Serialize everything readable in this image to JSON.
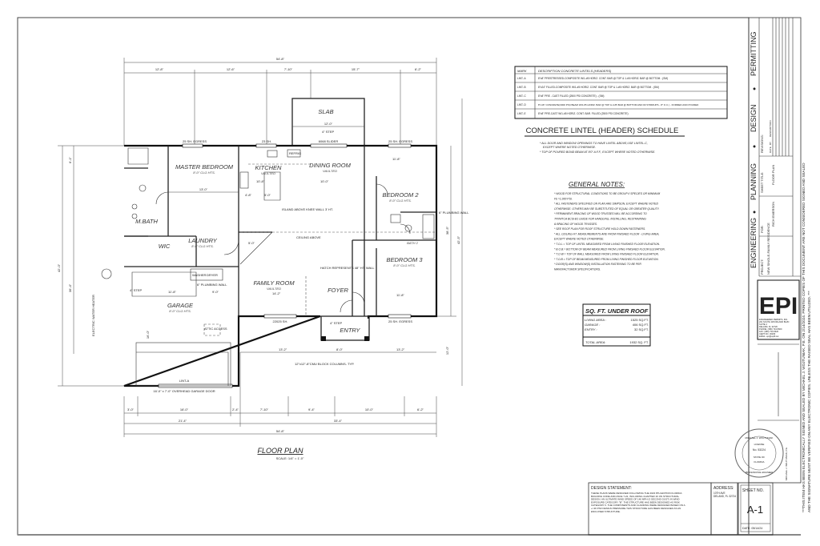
{
  "plan": {
    "title": "FLOOR PLAN",
    "scale": "SCALE: 1/4\" = 1'-0\"",
    "rooms": {
      "master_bedroom": "MASTER BEDROOM",
      "master_bedroom_sub": "8'-0\" CLG HTS.",
      "kitchen": "KITCHEN",
      "kitchen_sub": "VAULTED",
      "dining_room": "DINING ROOM",
      "dining_room_sub": "VAULTED",
      "bedroom2": "BEDROOM 2",
      "bedroom2_sub": "8'-0\" CLG HTS.",
      "bedroom3": "BEDROOM 3",
      "bedroom3_sub": "8'-0\" CLG HTS.",
      "family_room": "FAMILY ROOM",
      "family_room_sub": "VAULTED",
      "foyer": "FOYER",
      "entry": "ENTRY",
      "garage": "GARAGE",
      "garage_sub": "8'-0\" CLG HTS.",
      "laundry": "LAUNDRY",
      "laundry_sub": "8'-0\" CLG HTS.",
      "mbath": "M.BATH",
      "wic": "WIC",
      "bath2": "BATH 2",
      "slab": "SLAB"
    },
    "annotations": {
      "egress_master": "25 SH. EGRESS",
      "kitchen_window": "23 SH.",
      "slider": "6068 SLIDER",
      "egress_bed2": "25 SH. EGRESS",
      "egress_bed3": "25 SH. EGRESS",
      "family_window": "22025 SH.",
      "step_slab": "4\" STEP",
      "step_garage": "4\" STEP",
      "step_entry": "4\" STEP",
      "plumbing_wall_1": "6\" PLUMBING WALL",
      "plumbing_wall_2": "6\" PLUMBING WALL",
      "island": "ISLAND ABOVE KNEE WALL 3' HT.",
      "ceiling_above": "CEILING ABOVE",
      "hatch": "HATCH REPRESENTS 48\" HT. WALL",
      "attic": "ATTIC ACCESS",
      "garage_door": "16'-0\" x 7'-0\" OVERHEAD GARAGE DOOR",
      "lintel": "LINT-A",
      "columns": "12\"x12\"-8\"CMU BLOCK COLUMNS- TYP.",
      "water_heater": "ELECTRIC WATER HEATER",
      "slab_dim": "12'-0\"",
      "washer": "WASHER",
      "dryer": "DRYER",
      "fridge": "REFRIG"
    },
    "dims_top_overall": "54'-8\"",
    "dims_top": [
      "12'-8\"",
      "12'-6\"",
      "7'-10\"",
      "15'-7\"",
      "6'-2\""
    ],
    "dims_bottom": [
      "3'-0\"",
      "16'-0\"",
      "2'-4\"",
      "7'-10\"",
      "9'-4\"",
      "10'-0\"",
      "6'-2\""
    ],
    "dims_bottom_mid": [
      "21'-4\"",
      "33'-4\""
    ],
    "dims_bottom_overall": "54'-8\"",
    "dims_left": [
      "42'-0\"",
      "36'-4\"",
      "6'-1\"",
      "16'-0\""
    ],
    "dims_right": [
      "38'-5\"",
      "42'-5\"",
      "12'-0\""
    ],
    "room_dims": [
      "13'-0\"",
      "10'-8\"",
      "10'-0\"",
      "11'-8\"",
      "11'-8\"",
      "14'-2\"",
      "13'-2\"",
      "8'-0\"",
      "13'-2\"",
      "11'-8\"",
      "9'-0\"",
      "5'-0\"",
      "4'-8\"",
      "5'-0\""
    ]
  },
  "lintel_schedule": {
    "title": "CONCRETE LINTEL (HEADER) SCHEDULE",
    "headers": [
      "MARK",
      "DESCRIPTION CONCRETE LINTELS (HEADERS)"
    ],
    "rows": [
      [
        "LINT.-A",
        "8\"x8\" PRESTRESSED-COMPOSITE W/1-#5 HORIZ. CONT. BAR @ TOP & 1-#5 HORIZ. BAR @ BOTTOM - (SM)"
      ],
      [
        "LINT.-B",
        "8\"x24\" FILLED-COMPOSITE W/1-#5 HORIZ. CONT. BAR @ TOP & 1-#5 HORIZ. BAR @ BOTTOM - (SM)"
      ],
      [
        "LINT.-C",
        "8\"x8\" PRE - CAST FILLED (2500 PSI CONCRETE) - (SM)"
      ],
      [
        "LINT.-D",
        "8\"x16\" CONCRETE(3000 PSI) BEAM W/2-#5 HORIZ. BAR @ TOP & 2-#5 BAR @ BOTTOM AND #3 STIRRUPS - 8\" O.C.) - FORMED AND POURED"
      ],
      [
        "LINT.-E",
        "8\"x8\" PRE-CAST W/1-#5 HORIZ. CONT. BAR. FILLED (2500 PSI CONCRETE)"
      ]
    ],
    "notes": [
      "* ALL DOOR AND WINDOW OPENINGS TO HAVE LINTEL ABOVE,USE LINTEL-C,",
      "EXCEPT WHERE NOTED OTHERWISE.",
      "* TOP OF POURED BOND BEAM AT 8'0\" A.F.F., EXCEPT WHERE NOTED OTHERWISE."
    ]
  },
  "general_notes": {
    "title": "GENERAL NOTES:",
    "lines": [
      "* WOOD FOR STRUCTURAL CONDITIONS TO BE GROUP II SPECIES OR MINIMUM",
      "  Fb =1,000 PSI.",
      "* ALL FASTENERS SPECIFIED ON PLAN ARE SIMPSON, EXCEPT WHERE NOTED",
      "  OTHERWISE. OTHERS MAY BE SUBSTITUTED OF EQUAL OR GREATER QUALITY.",
      "* PERMANENT BRACING OF WOOD TRUSSES WILL BE ACCORDING TO",
      "  TPI/WTCA BCSI-B1 GUIDE FOR HANDLING, INSTALLING, RESTRAINING",
      "  & BRACING OF WOOD TRUSSES.",
      "* SEE ROOF PLAN FOR ROOF STRUCTURE HOLD DOWN FASTENERS.",
      "* ALL CEILING HT. MEASUREMENTS ARE FROM FINISHED FLOOR - LIVING AREA,",
      "  EXCEPT WHERE NOTED OTHERWISE.",
      "* T.O.L.= TOP OF LINTEL MEASURED FROM LIVING FINISHED FLOOR ELEVATION.",
      "* B.O.B.= BOTTOM OF BEAM MEASURED FROM LIVING FINISHED FLOOR ELEVATION.",
      "* T.O.W.= TOP OF WALL MEASURED FROM LIVING FINISHED FLOOR ELEVATION.",
      "* T.O.B.= TOP OF BEAM MEASURED FROM LIVING FINISHED FLOOR ELEVATION.",
      "* DOOR(S) AND WINDOW(S) INSTALLATION FASTENING TO BE PER",
      "  MANUFACTURER SPECIFICATIONS."
    ]
  },
  "sqft": {
    "title": "SQ. FT. UNDER ROOF",
    "rows": [
      {
        "label": "LIVING AREA :",
        "value": "1525 SQ.FT."
      },
      {
        "label": "GARAGE :",
        "value": "406 SQ.FT."
      },
      {
        "label": "ENTRY :",
        "value": "32 SQ.FT."
      }
    ],
    "total_label": "TOTAL AREA:",
    "total_value": "1932 SQ. FT."
  },
  "design_statement": {
    "title": "DESIGN STATEMENT:",
    "lines": [
      "THESE PLANS WERE DESIGNED FOLLOWING THE 2023 8TH EDITION FLORIDA",
      "BUILDING CODE AND ASCE 7-22, INCLUDING CHAPTER 16 ON STRUCTURAL",
      "DESIGN. AN ULTIMATE WIND SPEED OF 140 MPH (3 SECOND GUST) IN WIND",
      "EXPOSURE CATEGORY \"B\". THE STRUCTURE HAS BEEN DESIGNED AS RISK",
      "CATEGORY II. THE COMPONENTS AND CLADDING WERE DESIGNED BASED ON A",
      "+/-36 PSF DESIGN PRESSURE.THIS STRUCTURE HAS BEEN DESIGNED AS AN",
      "ENCLOSED STRUCTURE."
    ]
  },
  "address": {
    "title": "ADDRESS:",
    "line1": "10TH AVE",
    "line2": "DELAND, FL 32724"
  },
  "sheet": {
    "label": "SHEET NO.",
    "number": "A-1",
    "date": "DATE: 05/14/24"
  },
  "title_block": {
    "banner": [
      "ENGINEERING",
      "PLANNING",
      "DESIGN",
      "PERMITTING"
    ],
    "project_label": "PROJECT:",
    "project_value": "NEW SINGLE-FAMILY RESIDENCE",
    "for_label": "FOR:",
    "for_value": "RICH EMERSON",
    "sheet_title_label": "SHEET TITLE:",
    "sheet_title_value": "FLOOR PLAN",
    "revisions_label": "REVISIONS:",
    "rev_cols": [
      "DATE",
      "BY",
      "DESCRIPTION"
    ],
    "company_logo": "EPI",
    "company_lines": [
      "ENGINEERED PERMITS, INC.",
      "201 SOUTH WOODLAND BLVD",
      "SUITE 4",
      "DELAND, FL 32720",
      "PHONE: (386) 734-5600",
      "FAX: (386) 734-5620",
      "CERT NO. 30266",
      "EMAIL: epi@epifl.net"
    ],
    "engineer": "MICHAEL J. WOJTUNIAK, P.E.",
    "seal_text": [
      "MICHAEL J. WOJTUNIAK",
      "LICENSE",
      "No. 53224",
      "STATE OF",
      "FLORIDA",
      "PROFESSIONAL ENGINEER"
    ],
    "disclaimer_1": "***THIS ITEM HAS BEEN ELECTRONICALLY SIGNED AND SEALED BY MICHAEL J. WOJTUNIAK, P.E. ON 2/14/2024. PRINTED COPIES OF THIS DOCUMENT ARE NOT CONSIDERED SIGNED AND SEALED",
    "disclaimer_2": "AND THE SIGNATURE MUST BE VERIFIED ON ANY ELECTRONIC COPIES. UNLESS THE RAISED SEAL HAS BEEN UTILIZED. ***"
  }
}
